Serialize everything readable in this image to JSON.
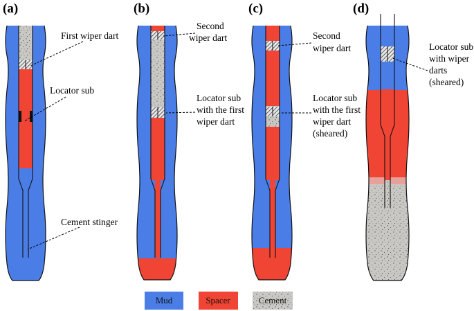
{
  "panels": [
    {
      "letter": "(a)",
      "labels": [
        "First wiper dart",
        "Locator sub",
        "Cement stinger"
      ]
    },
    {
      "letter": "(b)",
      "labels": [
        "Second",
        "wiper dart",
        "Locator sub",
        "with the first",
        "wiper dart"
      ]
    },
    {
      "letter": "(c)",
      "labels": [
        "Second",
        "wiper dart",
        "Locator sub",
        "with the first",
        "wiper dart",
        "(sheared)"
      ]
    },
    {
      "letter": "(d)",
      "labels": [
        "Locator sub",
        "with wiper",
        "darts",
        "(sheared)"
      ]
    }
  ],
  "legend": [
    {
      "label": "Mud",
      "color": "#4a7ee6",
      "icon": "mud-swatch"
    },
    {
      "label": "Spacer",
      "color": "#f04434",
      "icon": "spacer-swatch"
    },
    {
      "label": "Cement",
      "color": "#c9c8c4",
      "icon": "cement-swatch"
    }
  ],
  "colors": {
    "mud": "#4a7ee6",
    "spacer": "#f04434",
    "cement": "#c9c8c4",
    "outline": "#111111"
  }
}
